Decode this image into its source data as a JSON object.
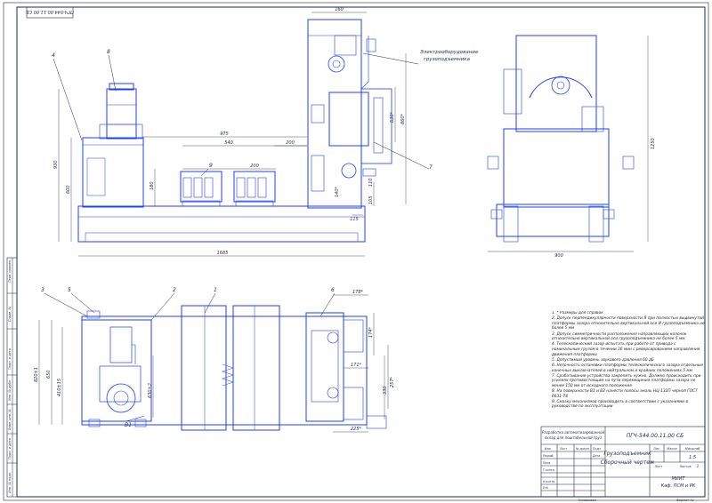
{
  "drawing": {
    "code_rotated": "ПГЧ-544.00.11.00 СБ",
    "colors": {
      "ink": "#1f2a44",
      "accent": "#1f3fff",
      "paper": "#ffffff"
    }
  },
  "callouts": {
    "top_view": {
      "item_4": "4",
      "item_8": "8",
      "item_9": "9",
      "item_7": "7",
      "electro_label_1": "Электрооборудование",
      "electro_label_2": "грузоподъемника"
    },
    "plan_view": {
      "item_3": "3",
      "item_5": "5",
      "item_2": "2",
      "item_1": "1",
      "item_6": "6",
      "item_b1": "B1"
    }
  },
  "dimensions": {
    "front": {
      "d975": "975",
      "d540": "540",
      "d200a": "200",
      "d200b": "200",
      "d160": "160",
      "d630": "630*",
      "d860": "860*",
      "d930": "930",
      "d600": "600",
      "d180": "180",
      "d110": "110",
      "d105": "105",
      "d115": "115",
      "d1685": "1685",
      "d140": "140*"
    },
    "side": {
      "d1250": "1250",
      "d900": "900"
    },
    "plan": {
      "d178": "178*",
      "d171": "171*",
      "d174": "174*",
      "d257": "257*",
      "d225": "225*",
      "d820": "820±1",
      "d650": "650",
      "d410": "410±15",
      "d630": "630±2",
      "d330": "330"
    }
  },
  "notes": [
    "1. * Размеры для справок",
    "2. Допуск перпендикулярности поверхности Я при полностью выдвинутой платформы зазора относительно вертикальной оси И грузоподъемника не более 5 мм",
    "3. Допуск симметричности расположения направляющих колонок относительно вертикальной оси грузоподъемника не более 5 мм",
    "4. Телескопический зазор испытать при работе от привода с номинальным грузом в течении 30 мин с реверсированием направления движения платформы",
    "5. Допустимый уровень звукового давления 60 дБ",
    "6. Неточность остановки платформы телескопического зазора отдельные конечных выключателей в нейтральном и крайних положениях 5 мм",
    "7. Срабатывание устройства закрепить нужно. Должно происходить при усилиях противостоящим на пути перемещения платформы зазора не менее 150 мм от исходного положения",
    "8. На поверхности В1 и В2 нанести полосы эмаль НЦ-132П черная ГОСТ 6631-74",
    "9. Смазку механизмов производить в соответствии с указаниями в руководстве по эксплуатации"
  ],
  "title_block": {
    "top_left_1": "Разработка автоматизированной",
    "top_left_2": "склад для поштабельной груз",
    "code": "ПГЧ-544.00.11.00 СБ",
    "name_1": "Грузоподъемник",
    "name_2": "Сборочный чертеж",
    "lit_label": "Лит.",
    "mass_label": "Масса",
    "scale_label": "Масштаб",
    "scale": "1:5",
    "sheet_label": "Лист",
    "sheets_label": "Листов",
    "sheets": "1",
    "org_1": "МИИТ",
    "org_2": "Каф. ПСМ и РК",
    "row_izm": "Изм.",
    "row_list": "Лист",
    "row_doc": "№ докум.",
    "row_sign": "Подп.",
    "row_date": "Дата",
    "row_razrab": "Разраб.",
    "row_prov": "Пров.",
    "row_tkontr": "Т.контр.",
    "row_nkontr": "Н.контр.",
    "row_utv": "Утв.",
    "copied": "Копировал",
    "format": "Формат  А1"
  },
  "margin": {
    "perv_primen": "Перв. примен.",
    "sprav": "Справ. №",
    "podp_data1": "Подп. и дата",
    "inv_dubl": "Инв. № дубл.",
    "vzam": "Взам. инв. №",
    "podp_data2": "Подп. и дата",
    "inv_podl": "Инв. № подл."
  }
}
